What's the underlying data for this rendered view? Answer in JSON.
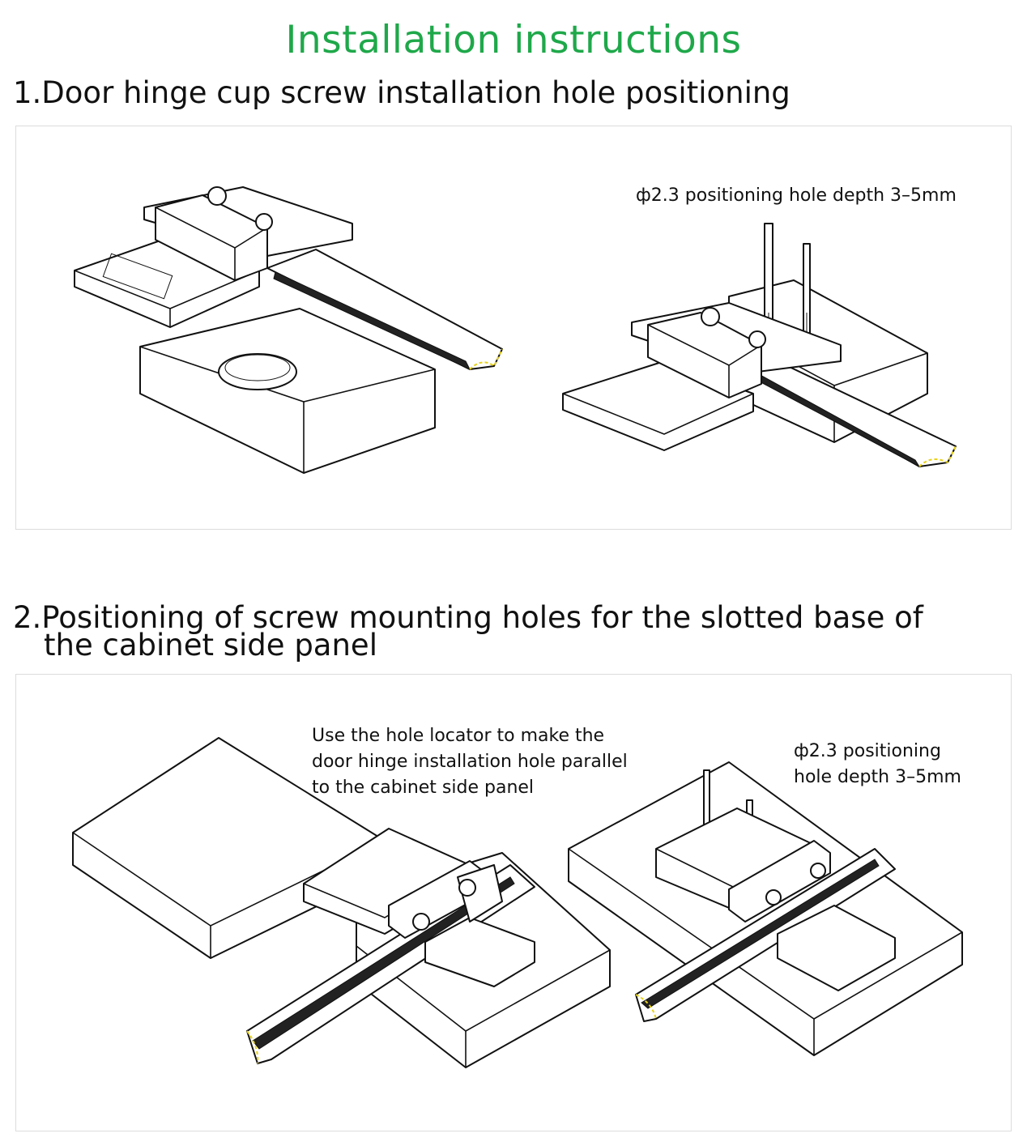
{
  "title": "Installation instructions",
  "section1": {
    "heading": "1.Door hinge cup screw installation hole positioning",
    "note": "ф2.3 positioning hole depth 3–5mm"
  },
  "section2": {
    "heading_line1": "2.Positioning of screw mounting holes for the slotted base of",
    "heading_line2": "the cabinet side panel",
    "note_locator": [
      "Use the hole locator to make the",
      "door hinge installation hole parallel",
      "to the cabinet side panel"
    ],
    "note_depth": [
      "ф2.3 positioning",
      "hole depth 3–5mm"
    ]
  },
  "colors": {
    "title": "#1fa84a",
    "ruler_end": "#e8d21a"
  },
  "icons": [
    "drill-bit-icon",
    "bolt-icon",
    "ruler-icon"
  ]
}
